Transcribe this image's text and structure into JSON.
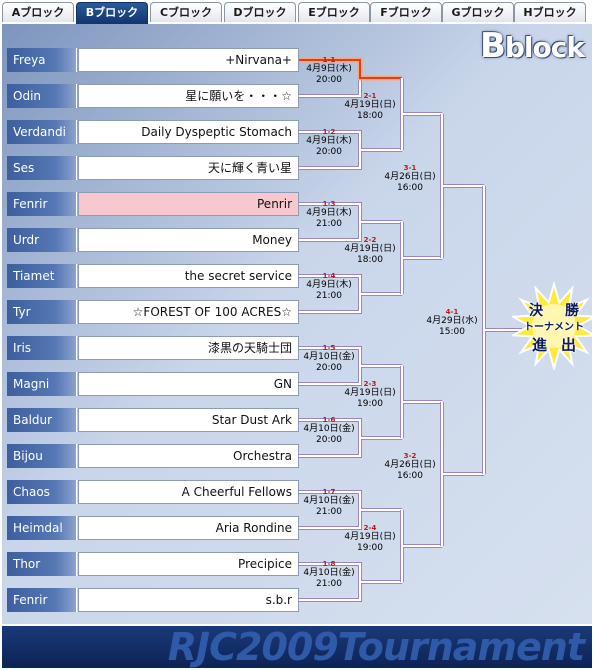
{
  "tabs": [
    "Aブロック",
    "Bブロック",
    "Cブロック",
    "Dブロック",
    "Eブロック",
    "Fブロック",
    "Gブロック",
    "Hブロック"
  ],
  "active_tab": 1,
  "block_label": {
    "big": "B",
    "rest": "block"
  },
  "rows": [
    {
      "name": "Freya",
      "team": "+Nirvana+"
    },
    {
      "name": "Odin",
      "team": "星に願いを・・・☆"
    },
    {
      "name": "Verdandi",
      "team": "Daily Dyspeptic Stomach"
    },
    {
      "name": "Ses",
      "team": "天に輝く青い星"
    },
    {
      "name": "Fenrir",
      "team": "Penrir"
    },
    {
      "name": "Urdr",
      "team": "Money"
    },
    {
      "name": "Tiamet",
      "team": "the secret service"
    },
    {
      "name": "Tyr",
      "team": "☆FOREST OF 100 ACRES☆"
    },
    {
      "name": "Iris",
      "team": "漆黒の天騎士団"
    },
    {
      "name": "Magni",
      "team": "GN"
    },
    {
      "name": "Baldur",
      "team": "Star Dust Ark"
    },
    {
      "name": "Bijou",
      "team": "Orchestra"
    },
    {
      "name": "Chaos",
      "team": "A Cheerful Fellows"
    },
    {
      "name": "Heimdal",
      "team": "Aria Rondine"
    },
    {
      "name": "Thor",
      "team": "Precipice"
    },
    {
      "name": "Fenrir",
      "team": "s.b.r"
    }
  ],
  "matches": {
    "r1": [
      {
        "no": "1-1",
        "date": "4月9日(木)",
        "time": "20:00"
      },
      {
        "no": "1-2",
        "date": "4月9日(木)",
        "time": "20:00"
      },
      {
        "no": "1-3",
        "date": "4月9日(木)",
        "time": "21:00"
      },
      {
        "no": "1-4",
        "date": "4月9日(木)",
        "time": "21:00"
      },
      {
        "no": "1-5",
        "date": "4月10日(金)",
        "time": "20:00"
      },
      {
        "no": "1-6",
        "date": "4月10日(金)",
        "time": "20:00"
      },
      {
        "no": "1-7",
        "date": "4月10日(金)",
        "time": "21:00"
      },
      {
        "no": "1-8",
        "date": "4月10日(金)",
        "time": "21:00"
      }
    ],
    "r2": [
      {
        "no": "2-1",
        "date": "4月19日(日)",
        "time": "18:00"
      },
      {
        "no": "2-2",
        "date": "4月19日(日)",
        "time": "18:00"
      },
      {
        "no": "2-3",
        "date": "4月19日(日)",
        "time": "19:00"
      },
      {
        "no": "2-4",
        "date": "4月19日(日)",
        "time": "19:00"
      }
    ],
    "r3": [
      {
        "no": "3-1",
        "date": "4月26日(日)",
        "time": "16:00"
      },
      {
        "no": "3-2",
        "date": "4月26日(日)",
        "time": "16:00"
      }
    ],
    "r4": [
      {
        "no": "4-1",
        "date": "4月29日(水)",
        "time": "15:00"
      }
    ]
  },
  "finals_badge": {
    "l1a": "決",
    "l1b": "勝",
    "l2": "トーナメント",
    "l3a": "進",
    "l3b": "出"
  },
  "footer_title": "RJC2009Tournament",
  "colors": {
    "winner_line": "#e23c1c",
    "bracket_line": "#ffffff",
    "highlight_row": "#f7c9cf",
    "active_tab": "#1c4a8a"
  }
}
